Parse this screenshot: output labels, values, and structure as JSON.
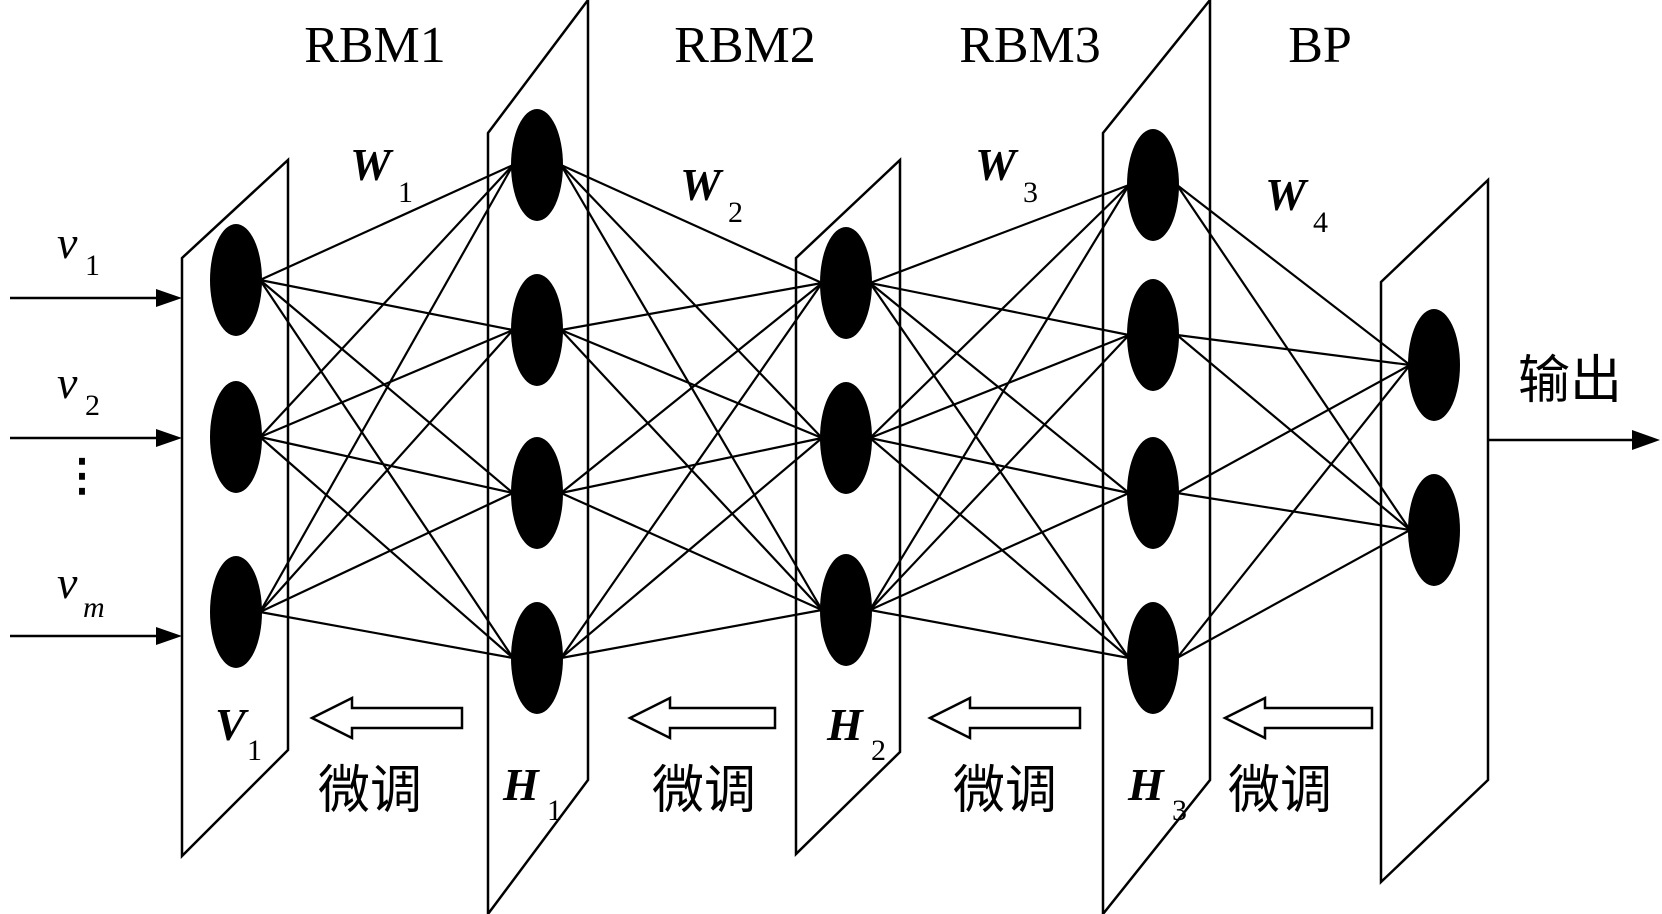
{
  "layer_titles": [
    "RBM1",
    "RBM2",
    "RBM3",
    "BP"
  ],
  "weights": [
    {
      "symbol": "W",
      "sub": "1"
    },
    {
      "symbol": "W",
      "sub": "2"
    },
    {
      "symbol": "W",
      "sub": "3"
    },
    {
      "symbol": "W",
      "sub": "4"
    }
  ],
  "layers": [
    {
      "label": "V",
      "sub": "1",
      "nodes": 3
    },
    {
      "label": "H",
      "sub": "1",
      "nodes": 4
    },
    {
      "label": "H",
      "sub": "2",
      "nodes": 3
    },
    {
      "label": "H",
      "sub": "3",
      "nodes": 4
    },
    {
      "label": "",
      "sub": "",
      "nodes": 2
    }
  ],
  "inputs": [
    {
      "symbol": "v",
      "sub": "1"
    },
    {
      "symbol": "v",
      "sub": "2"
    },
    {
      "symbol": "v",
      "sub": "m"
    }
  ],
  "ellipsis": "⋮",
  "output_label": "输出",
  "finetune_label": "微调"
}
